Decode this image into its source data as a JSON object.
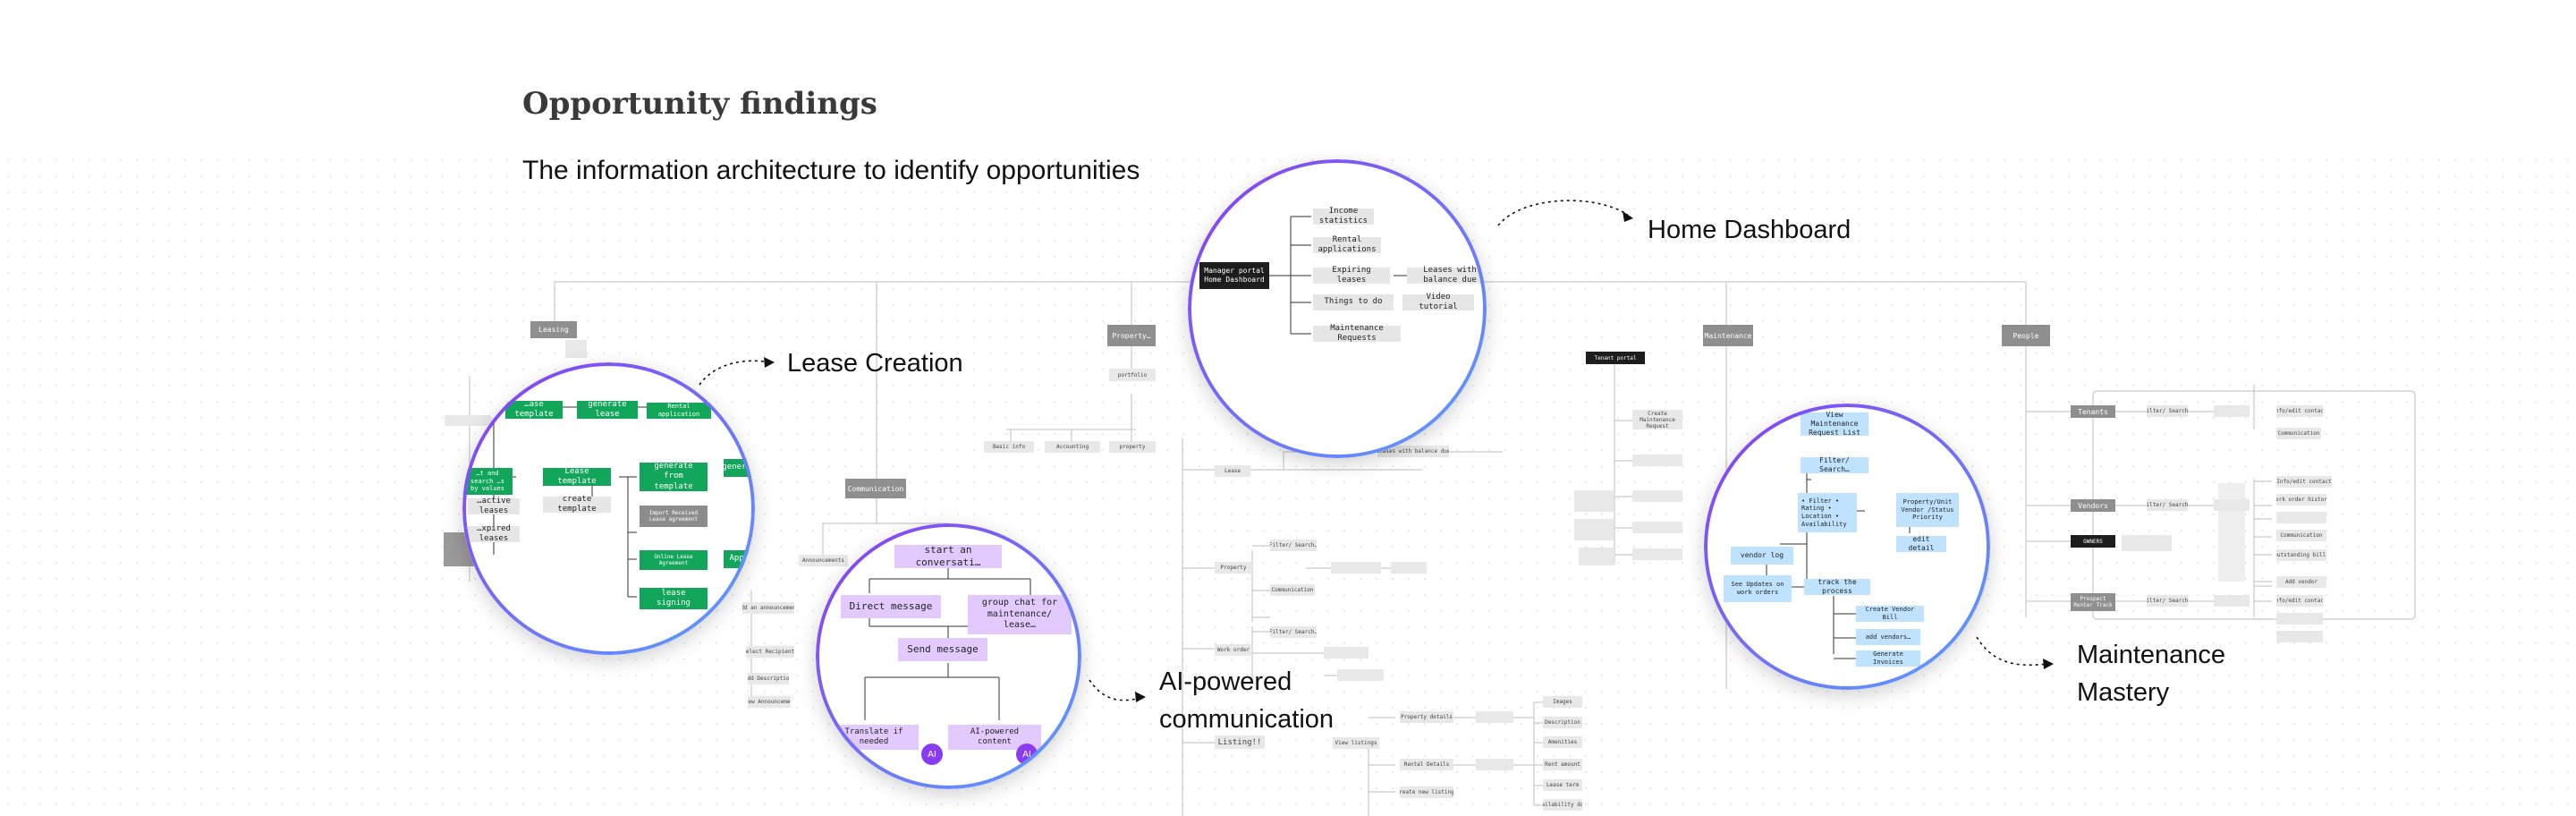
{
  "heading": "Opportunity findings",
  "subheading": "The information architecture to identify opportunities",
  "callouts": {
    "home": "Home Dashboard",
    "lease": "Lease Creation",
    "ai_line1": "AI-powered",
    "ai_line2": "communication",
    "maint_line1": "Maintenance",
    "maint_line2": "Mastery"
  },
  "background_nodes": {
    "leasing": "Leasing",
    "property": "Property…",
    "portfolio": "portfolio",
    "communication": "Communication",
    "maintenance": "Maintenance",
    "people": "People",
    "tenant_portal": "Tenant portal",
    "basic_info": "Basic info",
    "accounting": "Accounting",
    "property_sub": "property",
    "announcements": "Announcements",
    "add_announcement": "Add an announcement",
    "select_recipients": "Select Recipients",
    "add_description": "Add Description",
    "view_announcement": "View Announcement",
    "lease": "Lease",
    "leases_with_balance": "Leases with balance due",
    "property_unit": "Property",
    "filter_search": "Filter/ Search…",
    "communication_small": "Communication",
    "work_order": "Work order",
    "listing": "Listing!!",
    "property_details": "Property details",
    "rental_details": "Rental Details",
    "create_new_listings": "create new listings",
    "view_listings": "View listings",
    "images": "Images",
    "description": "Description",
    "amenities": "Amenities",
    "rent_amount": "Rent amount",
    "lease_term": "Lease term",
    "availability_date": "Availability date",
    "create_maintenance_request": "Create Maintenance Request",
    "tenants": "Tenants",
    "vendors": "Vendors",
    "owners": "OWNERS",
    "prospect_renters": "Prospect Renter Track",
    "filter_search_2": "Filter/ Search…",
    "info_contact": "Info/edit contact",
    "communication_2": "Communication",
    "work_order_history": "Work order history",
    "outstanding_bills": "outstanding bills",
    "add_vendor": "Add vendor"
  },
  "lens_home": {
    "portal": "Manager portal Home Dashboard",
    "items": [
      "Income statistics",
      "Rental applications",
      "Expiring leases",
      "Leases with balance due",
      "Things to do",
      "Video tutorial",
      "Maintenance Requests"
    ]
  },
  "lens_lease": {
    "items": [
      "…ase template",
      "generate lease",
      "Rental application",
      "…t and search …s by values",
      "Lease template",
      "generate from template",
      "create template",
      "Import Received Lease agreement",
      "…active leases",
      "…xpired leases",
      "Online Lease Agreement",
      "lease signing",
      "generate",
      "Appl…"
    ]
  },
  "lens_comm": {
    "items": [
      "start an conversati…",
      "Direct message",
      "group chat for maintenance/ lease…",
      "Send message",
      "Translate if needed",
      "AI-powered content"
    ],
    "ai_badge": "AI"
  },
  "lens_maint": {
    "items": [
      "View Maintenance Request List",
      "Filter/ Search…",
      "• Filter • Rating • Location • Availability",
      "Property/Unit Vendor /Status Priority",
      "edit detail",
      "vendor log",
      "See Updates on work orders",
      "track the process",
      "Create Vendor Bill",
      "add vendors…",
      "Generate Invoices"
    ]
  }
}
